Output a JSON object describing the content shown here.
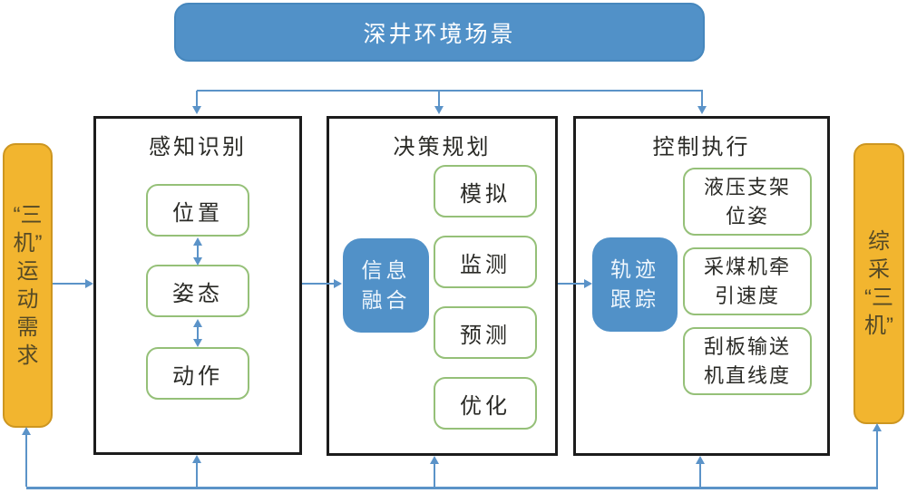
{
  "colors": {
    "blue": "#5191c8",
    "blue_border": "#4687bd",
    "line": "#5b93c8",
    "green_border": "#95c078",
    "orange": "#f2b52f",
    "orange_border": "#cd9620",
    "orange_text": "#564a26",
    "box_border": "#1c1c1c",
    "label_ink": "#2a2a26",
    "hub_text": "#eef6fd"
  },
  "banner": {
    "label": "深井环境场景"
  },
  "left_panel": {
    "label": "“三机”运动需求",
    "lines": [
      "“三",
      "机”",
      "运",
      "动",
      "需",
      "求"
    ]
  },
  "right_panel": {
    "label": "综采“三机”",
    "lines": [
      "综",
      "采",
      "“三",
      "机”"
    ]
  },
  "sections": [
    {
      "title": "感知识别",
      "items": [
        "位置",
        "姿态",
        "动作"
      ]
    },
    {
      "title": "决策规划",
      "hub": {
        "label": "信息融合",
        "lines": [
          "信息",
          "融合"
        ]
      },
      "items": [
        "模拟",
        "监测",
        "预测",
        "优化"
      ]
    },
    {
      "title": "控制执行",
      "hub": {
        "label": "轨迹跟踪",
        "lines": [
          "轨迹",
          "跟踪"
        ]
      },
      "items": [
        {
          "label": "液压支架位姿",
          "lines": [
            "液压支架",
            "位姿"
          ]
        },
        {
          "label": "采煤机牵引速度",
          "lines": [
            "采煤机牵",
            "引速度"
          ]
        },
        {
          "label": "刮板输送机直线度",
          "lines": [
            "刮板输送",
            "机直线度"
          ]
        }
      ]
    }
  ]
}
